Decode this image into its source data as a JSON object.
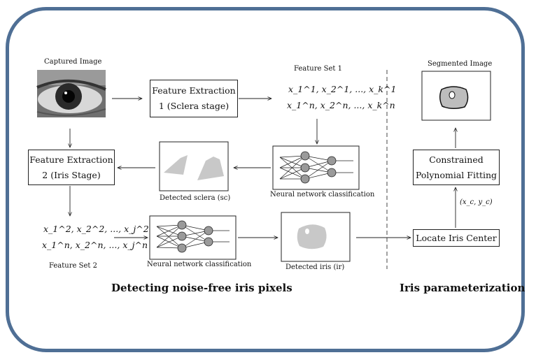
{
  "labels": {
    "captured_image": "Captured Image",
    "feature_set_1": "Feature Set 1",
    "feature_set_2": "Feature Set 2",
    "segmented_image": "Segmented Image",
    "detected_sclera": "Detected sclera (sc)",
    "detected_iris": "Detected iris (ir)",
    "nn_classification_1": "Neural network classification",
    "nn_classification_2": "Neural network classification",
    "iris_center_coords": "(x_c, y_c)"
  },
  "boxes": {
    "feature_extraction_1": [
      "Feature Extraction",
      "1 (Sclera stage)"
    ],
    "feature_extraction_2": [
      "Feature Extraction",
      "2 (Iris Stage)"
    ],
    "constrained_fitting": [
      "Constrained",
      "Polynomial Fitting"
    ],
    "locate_iris_center": [
      "Locate Iris Center"
    ]
  },
  "feature_set_1_rows": [
    "x_1^1, x_2^1, ..., x_k^1",
    "x_1^n, x_2^n, ..., x_k^n"
  ],
  "feature_set_2_rows": [
    "x_1^2, x_2^2, ..., x_j^2",
    "x_1^n, x_2^n, ..., x_j^n"
  ],
  "sections": {
    "detecting": "Detecting noise-free iris pixels",
    "parameterization": "Iris parameterization"
  },
  "colors": {
    "frame_border": "#4f6f95",
    "shape_fill": "#c8c8c8",
    "neuron_fill": "#9a9a9a"
  }
}
